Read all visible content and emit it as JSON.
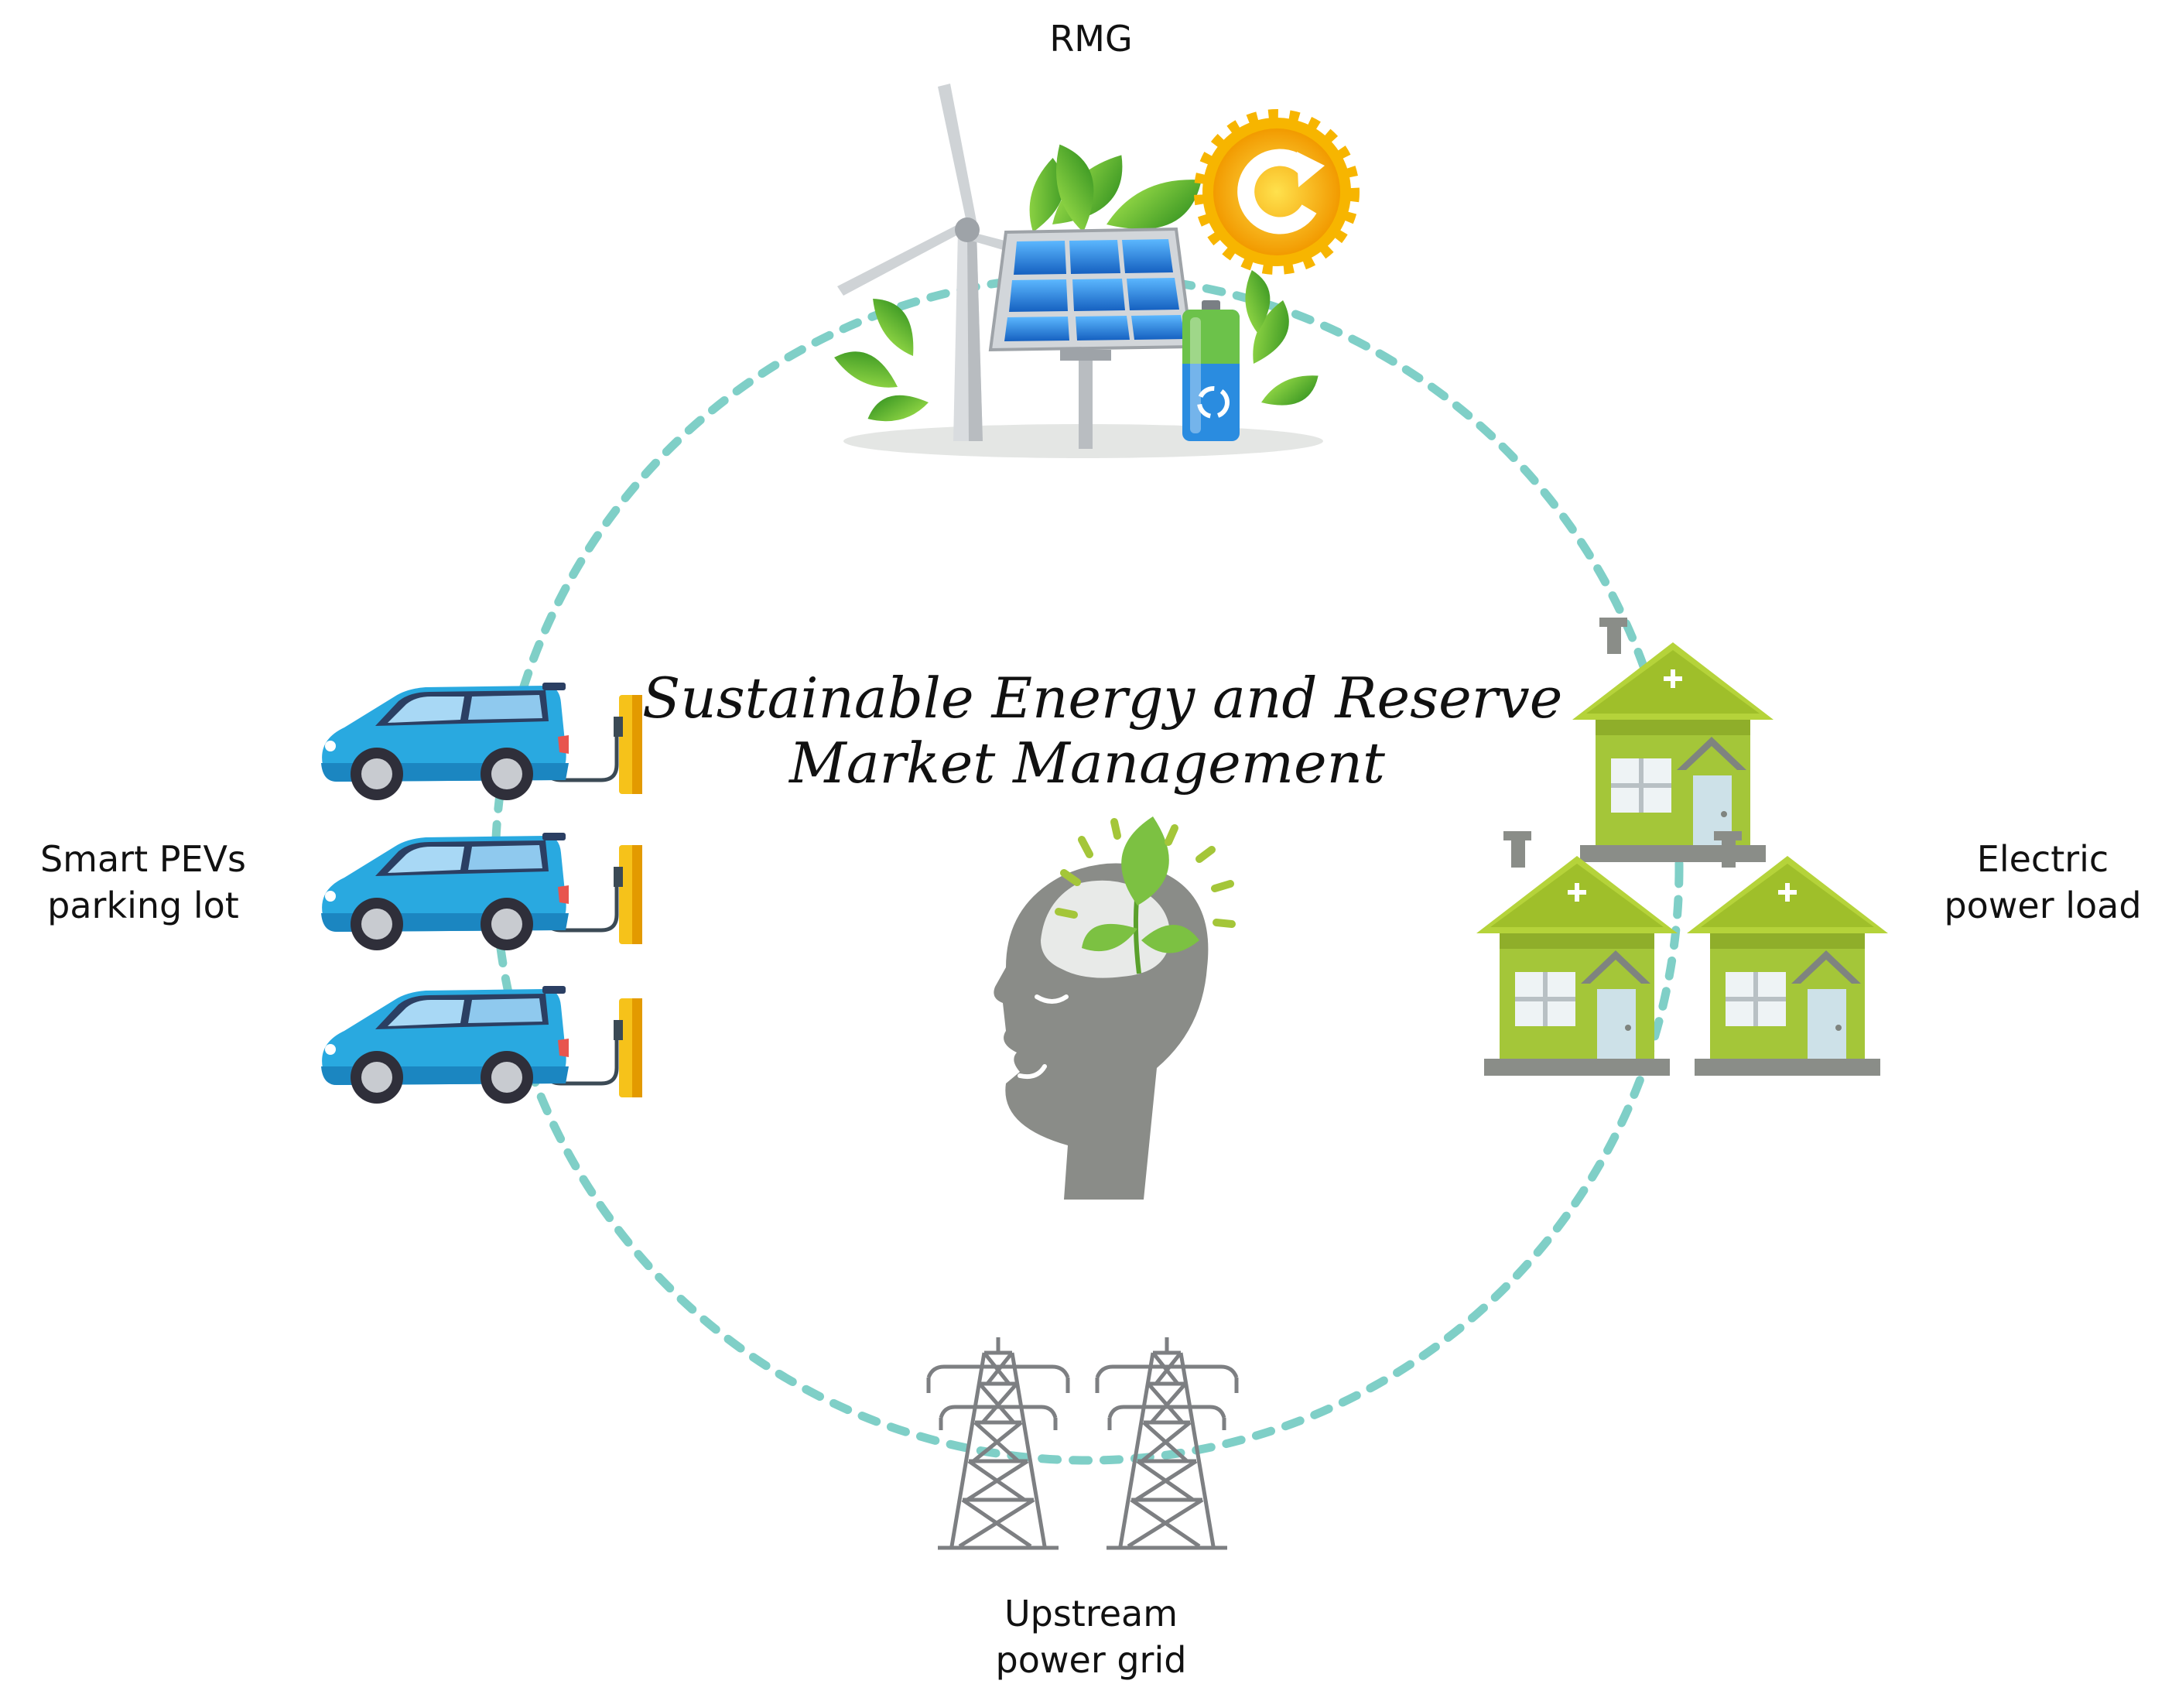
{
  "diagram": {
    "title_line1": "Sustainable Energy and Reserve",
    "title_line2": "Market Management",
    "nodes": {
      "top": {
        "label": "RMG",
        "icon": "renewable-microgrid-icon"
      },
      "left": {
        "label_line1": "Smart PEVs",
        "label_line2": "parking lot",
        "icon": "electric-car-charging-icon"
      },
      "right": {
        "label_line1": "Electric",
        "label_line2": "power load",
        "icon": "houses-icon"
      },
      "bottom": {
        "label_line1": "Upstream",
        "label_line2": "power grid",
        "icon": "transmission-tower-icon"
      }
    },
    "center_icon": "green-mind-head-icon",
    "colors": {
      "ring": "#7fcfc7",
      "car_body": "#29a9e0",
      "house_green": "#a4c639",
      "leaf_green": "#63b330",
      "solar_blue": "#1f7fd6",
      "sun": "#f5b800",
      "head_gray": "#8a8c88"
    }
  }
}
